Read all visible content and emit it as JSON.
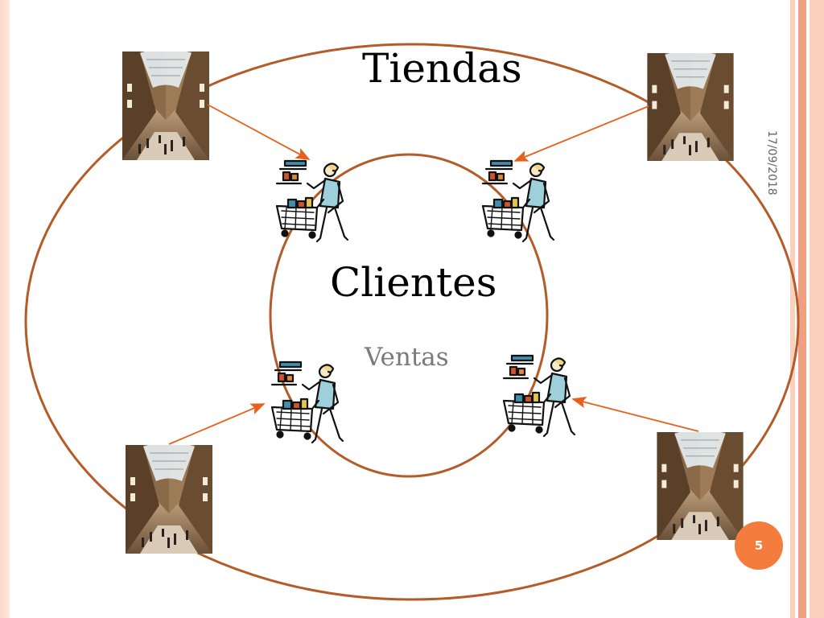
{
  "slide": {
    "title": "Tiendas",
    "center_label": "Clientes",
    "sub_label": "Ventas",
    "date": "17/09/2018",
    "page_number": "5"
  },
  "icons": {
    "store": "gallery-store-photo-icon",
    "customer": "shopper-with-cart-icon"
  },
  "colors": {
    "ellipse": "#b35c27",
    "arrow": "#e8601c",
    "badge": "#f47c3c",
    "border_light": "#fbd0bd",
    "border_dark": "#f0a07f"
  }
}
